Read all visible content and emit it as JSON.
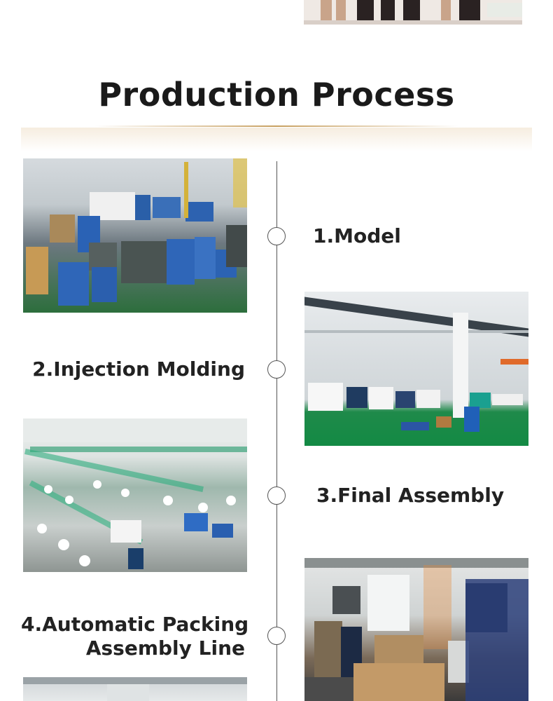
{
  "heading": {
    "title": "Production Process"
  },
  "steps": [
    {
      "label": "1.Model"
    },
    {
      "label": "2.Injection Molding"
    },
    {
      "label": "3.Final Assembly"
    },
    {
      "label_line1": "4.Automatic Packing",
      "label_line2": "Assembly Line"
    }
  ],
  "colors": {
    "title": "#1a1a1a",
    "step_text": "#222222",
    "timeline": "#555555",
    "divider_gold": "#c8a060"
  }
}
